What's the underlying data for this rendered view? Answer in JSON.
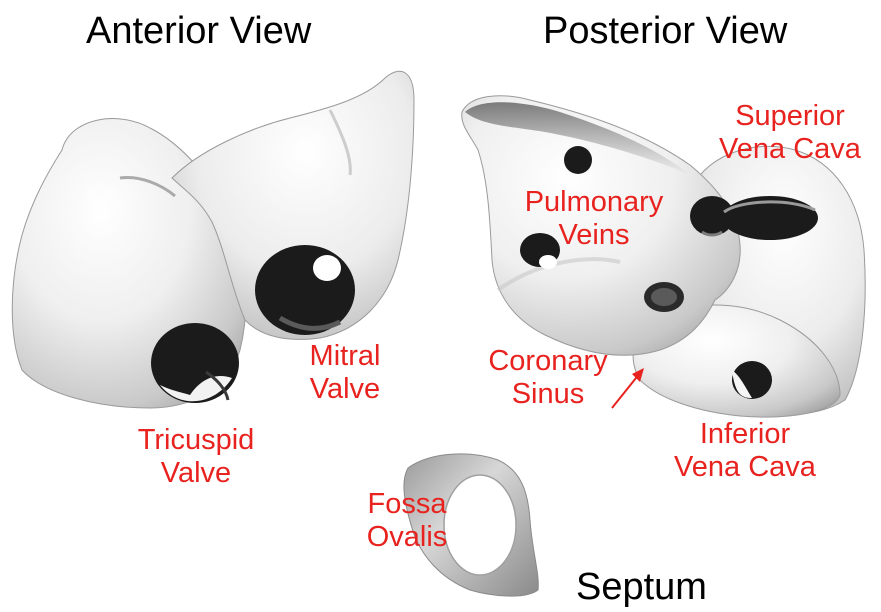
{
  "titles": {
    "anterior": "Anterior View",
    "posterior": "Posterior View",
    "septum": "Septum"
  },
  "labels": {
    "tricuspid_valve": [
      "Tricuspid",
      "Valve"
    ],
    "mitral_valve": [
      "Mitral",
      "Valve"
    ],
    "pulmonary_veins": [
      "Pulmonary",
      "Veins"
    ],
    "superior_vena_cava": [
      "Superior",
      "Vena Cava"
    ],
    "coronary_sinus": [
      "Coronary",
      "Sinus"
    ],
    "inferior_vena_cava": [
      "Inferior",
      "Vena Cava"
    ],
    "fossa_ovalis": [
      "Fossa",
      "Ovalis"
    ]
  },
  "colors": {
    "label": "#e8231f",
    "title": "#000000",
    "background": "#ffffff",
    "opening": "#1b1b1b"
  }
}
